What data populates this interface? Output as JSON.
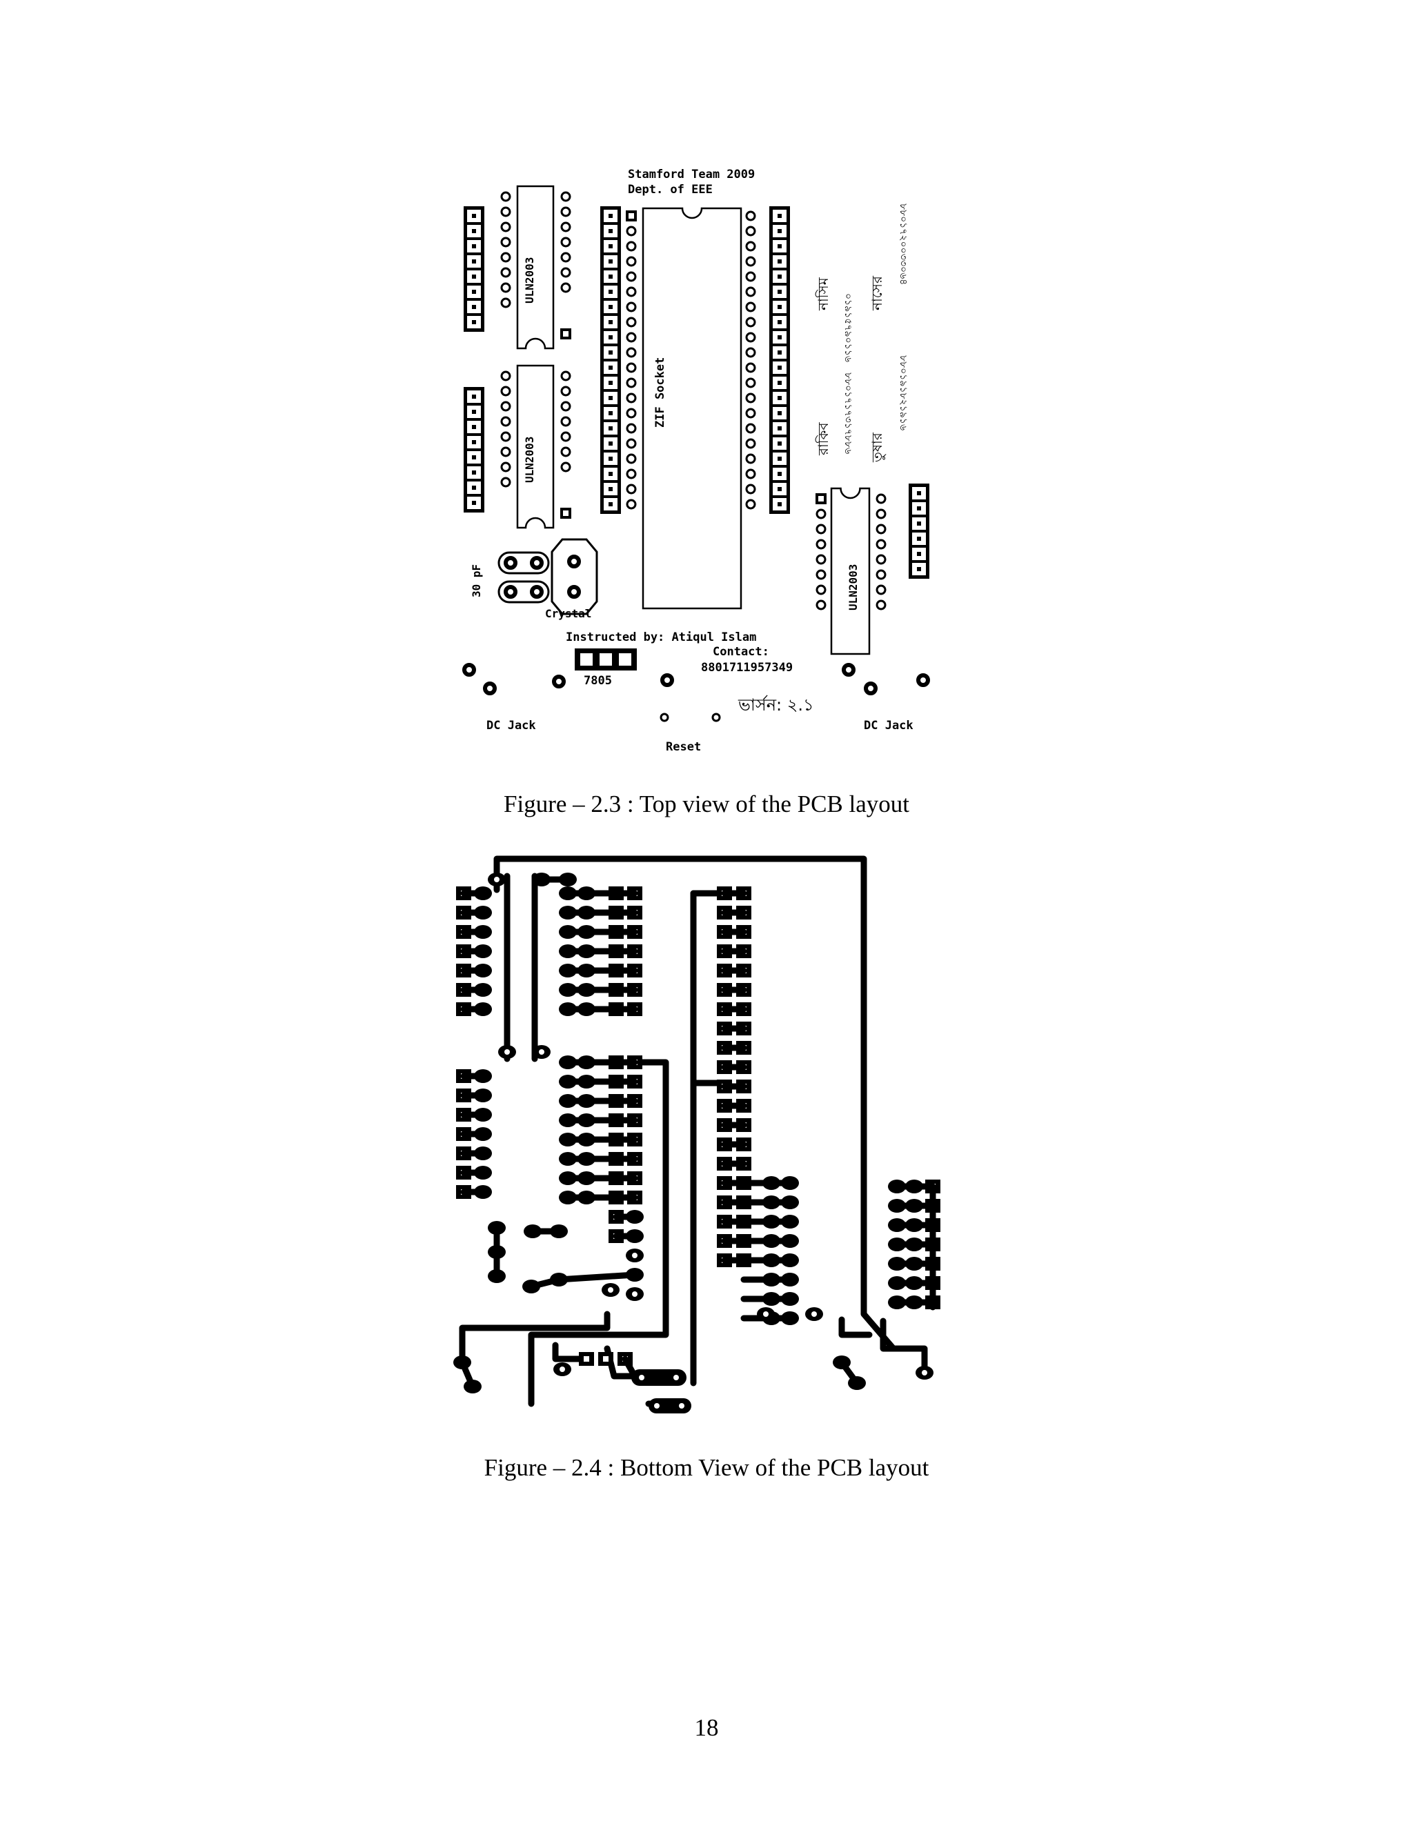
{
  "figure_top": {
    "caption": "Figure – 2.3 : Top view of the PCB layout",
    "board_title_line1": "Stamford Team 2009",
    "board_title_line2": "Dept. of EEE",
    "ic_label": "ULN2003",
    "socket_label": "ZIF Socket",
    "capacitor_label": "30 pF",
    "crystal_label": "Crystal",
    "instructor_line": "Instructed by: Atiqul Islam",
    "contact_label": "Contact:",
    "contact_number": "8801711957349",
    "regulator_label": "7805",
    "dc_jack_left": "DC Jack",
    "dc_jack_right": "DC Jack",
    "reset_label": "Reset",
    "version_label": "ভার্সন: ২.১",
    "team_members": [
      {
        "name": "নাসিম",
        "phone": "০১৯১৫৭৯০১১৬"
      },
      {
        "name": "নাসের",
        "phone": "৮৮০১৭২০০৩৩০৬৪"
      },
      {
        "name": "রাকিব",
        "phone": "৮৮০১৭১৭৩১৭৮৮৬"
      },
      {
        "name": "তুষার",
        "phone": "৮৮০১৯১৮২১৯১৬"
      }
    ]
  },
  "figure_bottom": {
    "caption": "Figure – 2.4 : Bottom View of the PCB layout"
  },
  "page_number": "18"
}
